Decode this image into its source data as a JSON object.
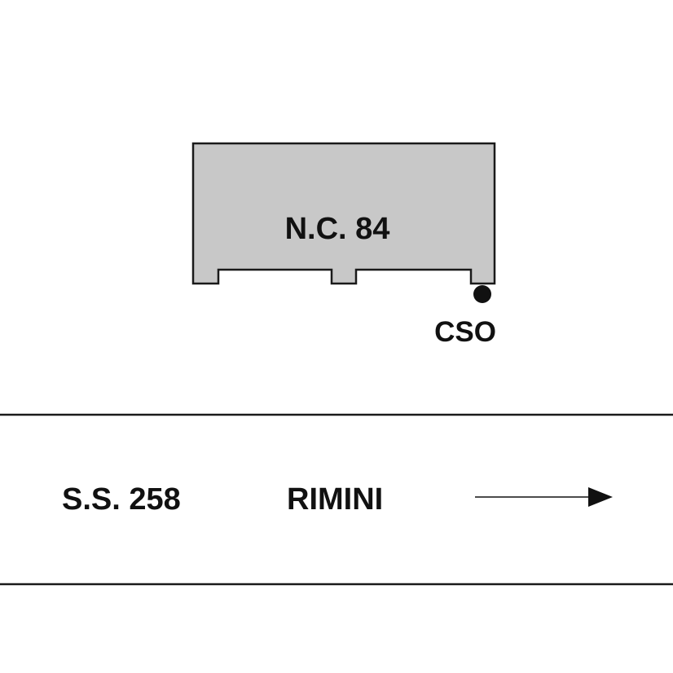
{
  "building": {
    "label": "N.C. 84",
    "fill_color": "#c8c8c8",
    "stroke_color": "#1a1a1a"
  },
  "cso_point": {
    "label": "CSO",
    "color": "#111111"
  },
  "road": {
    "name": "S.S. 258",
    "direction": "RIMINI",
    "arrow_icon": "arrow-right-icon",
    "line_color": "#1a1a1a"
  }
}
